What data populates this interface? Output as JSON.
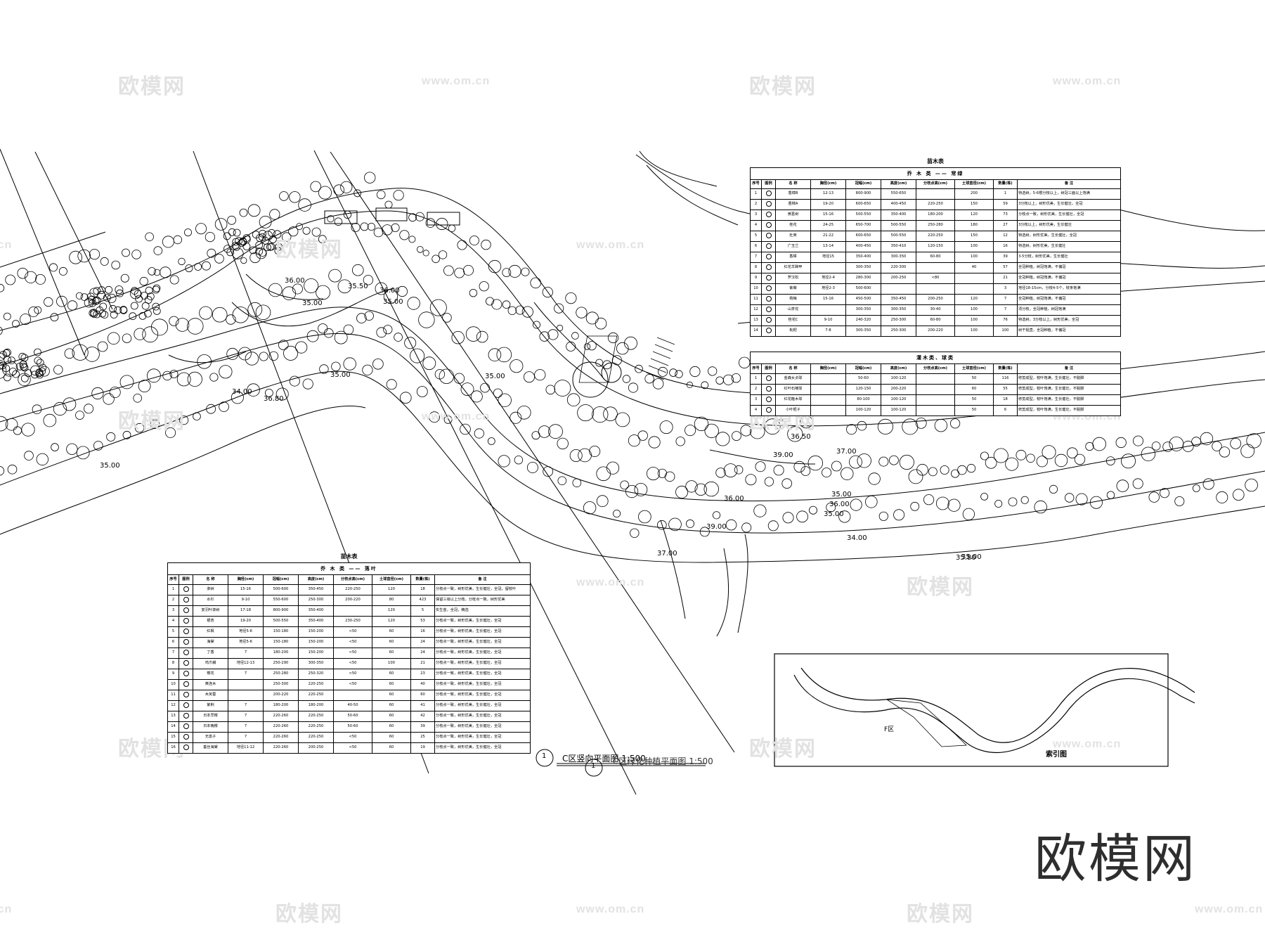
{
  "drawing": {
    "title_circle_a": "1",
    "title_circle_b": "1",
    "title_text_a": "C区竖向平面图 1:500",
    "title_text_b": "C区绿化种植平面图 1:500",
    "index_map_title": "索引图",
    "index_map_zone": "F区",
    "brand": "欧模网",
    "watermark_cn": "欧模网",
    "watermark_url": "www.om.cn",
    "elevations": [
      "36.00",
      "35.00",
      "35.50",
      "36.00",
      "35.00",
      "34.00",
      "35.00",
      "35.00",
      "36.80",
      "35.00",
      "37.00",
      "39.00",
      "36.00",
      "35.00",
      "34.00",
      "35.80",
      "37.00",
      "36.00",
      "35.00",
      "35.00",
      "36.50",
      "39.00"
    ]
  },
  "tables": {
    "caption": "苗木表",
    "top": {
      "title": "乔 木 类 —— 常绿",
      "headers": [
        "序号",
        "图例",
        "名 称",
        "胸径(cm)",
        "冠幅(cm)",
        "高度(cm)",
        "分枝点高(cm)",
        "土球直径(cm)",
        "数量(株)",
        "备 注"
      ],
      "rows": [
        [
          "1",
          "",
          "香樟B",
          "12-13",
          "800-900",
          "550-650",
          "",
          "200",
          "1",
          "特选树，5-6根分枝以上，树冠三面以上饱满"
        ],
        [
          "2",
          "",
          "香樟A",
          "19-20",
          "600-650",
          "400-450",
          "220-250",
          "150",
          "59",
          "3分枝以上，树形优美，生长健壮，全冠"
        ],
        [
          "3",
          "",
          "黄葛树",
          "15-16",
          "500-550",
          "350-400",
          "180-200",
          "120",
          "73",
          "分枝点一致，树形优美，生长健壮，全冠"
        ],
        [
          "4",
          "",
          "桂花",
          "24-25",
          "650-700",
          "500-550",
          "250-280",
          "180",
          "27",
          "3分枝以上，树形优美，生长健壮"
        ],
        [
          "5",
          "",
          "杜英",
          "21-22",
          "600-650",
          "500-550",
          "220-250",
          "150",
          "12",
          "特选树，树形优美，生长健壮，全冠"
        ],
        [
          "6",
          "",
          "广玉兰",
          "13-14",
          "400-450",
          "350-410",
          "120-150",
          "100",
          "16",
          "特选树，树形优美，生长健壮"
        ],
        [
          "7",
          "",
          "香樟",
          "地径15",
          "350-400",
          "300-350",
          "60-80",
          "100",
          "39",
          "3-5分枝，树形优美，生长健壮"
        ],
        [
          "8",
          "",
          "红花羊蹄甲",
          "",
          "300-350",
          "220-300",
          "",
          "40",
          "57",
          "全冠种植，树冠饱满，不偏冠"
        ],
        [
          "9",
          "",
          "罗汉松",
          "地径2-4",
          "280-300",
          "200-250",
          "<80",
          "",
          "21",
          "全冠种植，树冠饱满，不偏冠"
        ],
        [
          "10",
          "",
          "紫薇",
          "地径2-3",
          "500-600",
          "",
          "",
          "",
          "3",
          "地径18-15cm，分枝4-5个，枝条饱满"
        ],
        [
          "11",
          "",
          "杨梅",
          "15-16",
          "450-500",
          "350-450",
          "200-250",
          "120",
          "7",
          "全冠种植，树冠饱满，不偏冠"
        ],
        [
          "12",
          "",
          "山茶花",
          "",
          "300-350",
          "300-350",
          "30-40",
          "100",
          "7",
          "须分枝，全冠种植，树冠饱满"
        ],
        [
          "13",
          "",
          "桂花C",
          "9-10",
          "240-320",
          "250-300",
          "60-80",
          "100",
          "76",
          "特选树，3分枝以上，树形优美，全冠"
        ],
        [
          "14",
          "",
          "枇杷",
          "7-8",
          "300-350",
          "250-300",
          "200-220",
          "100",
          "100",
          "树干挺直，全冠种植，不偏冠"
        ]
      ]
    },
    "middle": {
      "title": "灌木类、球类",
      "headers": [
        "序号",
        "图例",
        "名 称",
        "胸径(cm)",
        "冠幅(cm)",
        "高度(cm)",
        "分枝点高(cm)",
        "土球直径(cm)",
        "数量(株)",
        "备 注"
      ],
      "rows": [
        [
          "1",
          "",
          "金森女贞球",
          "",
          "50-60",
          "100-120",
          "",
          "50",
          "116",
          "修剪成型，枝叶饱满，生长健壮，不脱脚"
        ],
        [
          "2",
          "",
          "红叶石楠球",
          "",
          "120-150",
          "200-220",
          "",
          "60",
          "55",
          "修剪成型，枝叶饱满，生长健壮，不脱脚"
        ],
        [
          "3",
          "",
          "红花檵木球",
          "",
          "80-100",
          "100-120",
          "",
          "50",
          "18",
          "修剪成型，枝叶饱满，生长健壮，不脱脚"
        ],
        [
          "4",
          "",
          "小叶栀子",
          "",
          "100-120",
          "100-120",
          "",
          "50",
          "6",
          "修剪成型，枝叶饱满，生长健壮，不脱脚"
        ]
      ]
    },
    "bottom": {
      "title": "乔 木 类 —— 落叶",
      "headers": [
        "序号",
        "图例",
        "名 称",
        "胸径(cm)",
        "冠幅(cm)",
        "高度(cm)",
        "分枝点高(cm)",
        "土球直径(cm)",
        "数量(株)",
        "备 注"
      ],
      "rows": [
        [
          "1",
          "",
          "栾树",
          "15-16",
          "500-600",
          "350-450",
          "220-250",
          "120",
          "18",
          "分枝点一致，树形优美，生长健壮，全冠，留枝叶"
        ],
        [
          "2",
          "",
          "水杉",
          "9-10",
          "550-600",
          "250-300",
          "200-220",
          "80",
          "423",
          "保留三级以上分枝，分枝点一致，树形优美"
        ],
        [
          "3",
          "",
          "复羽叶栾树",
          "17-18",
          "800-900",
          "350-400",
          "",
          "120",
          "5",
          "实生苗，全冠，精选"
        ],
        [
          "4",
          "",
          "银杏",
          "19-20",
          "500-550",
          "350-400",
          "230-250",
          "120",
          "53",
          "分枝点一致，树形优美，生长健壮，全冠"
        ],
        [
          "5",
          "",
          "红枫",
          "地径5-6",
          "150-180",
          "150-200",
          "<50",
          "60",
          "16",
          "分枝点一致，树形优美，生长健壮，全冠"
        ],
        [
          "6",
          "",
          "海棠",
          "地径5-6",
          "150-180",
          "150-200",
          "<50",
          "60",
          "24",
          "分枝点一致，树形优美，生长健壮，全冠"
        ],
        [
          "7",
          "",
          "丁香",
          "7",
          "180-200",
          "150-200",
          "<50",
          "60",
          "24",
          "分枝点一致，树形优美，生长健壮，全冠"
        ],
        [
          "8",
          "",
          "鸡爪槭",
          "地径12-13",
          "250-290",
          "300-350",
          "<50",
          "100",
          "21",
          "分枝点一致，树形优美，生长健壮，全冠"
        ],
        [
          "9",
          "",
          "樱花",
          "7",
          "250-280",
          "250-320",
          "<50",
          "60",
          "23",
          "分枝点一致，树形优美，生长健壮，全冠"
        ],
        [
          "10",
          "",
          "黄连木",
          "",
          "250-300",
          "220-250",
          "<50",
          "60",
          "40",
          "分枝点一致，树形优美，生长健壮，全冠"
        ],
        [
          "11",
          "",
          "木芙蓉",
          "",
          "200-220",
          "220-250",
          "",
          "60",
          "60",
          "分枝点一致，树形优美，生长健壮，全冠"
        ],
        [
          "12",
          "",
          "紫荆",
          "7",
          "180-200",
          "180-200",
          "40-50",
          "60",
          "41",
          "分枝点一致，树形优美，生长健壮，全冠"
        ],
        [
          "13",
          "",
          "日本早樱",
          "7",
          "220-260",
          "220-250",
          "50-60",
          "60",
          "42",
          "分枝点一致，树形优美，生长健壮，全冠"
        ],
        [
          "14",
          "",
          "日本晚樱",
          "7",
          "220-260",
          "220-250",
          "50-60",
          "60",
          "39",
          "分枝点一致，树形优美，生长健壮，全冠"
        ],
        [
          "15",
          "",
          "无患子",
          "7",
          "220-260",
          "220-250",
          "<50",
          "60",
          "25",
          "分枝点一致，树形优美，生长健壮，全冠"
        ],
        [
          "16",
          "",
          "垂丝海棠",
          "地径11-12",
          "220-260",
          "200-250",
          "<50",
          "60",
          "19",
          "分枝点一致，树形优美，生长健壮，全冠"
        ]
      ]
    }
  }
}
